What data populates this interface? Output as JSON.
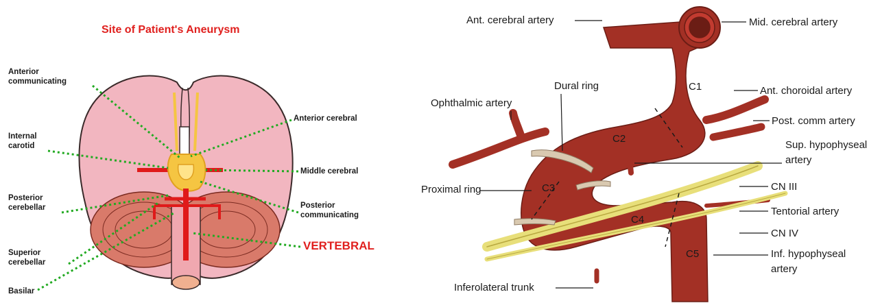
{
  "colors": {
    "brain_fill": "#f2b6c0",
    "brain_outline": "#3a2a2a",
    "cerebellum": "#d97a6a",
    "artery_red": "#e01a1a",
    "highlight": "#f5c542",
    "guide_green": "#22aa22",
    "title_red": "#e0201e",
    "artery_dark": "#a33025",
    "nerve_yellow": "#e8df7a"
  },
  "left": {
    "title": "Site of Patient's Aneurysm",
    "labels": {
      "anterior_communicating": [
        "Anterior",
        "communicating"
      ],
      "internal_carotid": [
        "Internal",
        "carotid"
      ],
      "posterior_cerebellar": [
        "Posterior",
        "cerebellar"
      ],
      "superior_cerebellar": [
        "Superior",
        "cerebellar"
      ],
      "basilar": "Basilar",
      "anterior_cerebral": "Anterior cerebral",
      "middle_cerebral": "Middle cerebral",
      "posterior_communicating": [
        "Posterior",
        "communicating"
      ],
      "vertebral": "VERTEBRAL"
    }
  },
  "right": {
    "labels": {
      "ant_cerebral": "Ant. cerebral artery",
      "mid_cerebral": "Mid. cerebral artery",
      "ophthalmic": "Ophthalmic artery",
      "dural_ring": "Dural ring",
      "ant_choroidal": "Ant. choroidal artery",
      "post_comm": "Post. comm artery",
      "sup_hypophyseal": [
        "Sup. hypophyseal",
        "artery"
      ],
      "proximal_ring": "Proximal ring",
      "cn3": "CN III",
      "tentorial": "Tentorial artery",
      "cn4": "CN IV",
      "inf_hypophyseal": [
        "Inf. hypophyseal",
        "artery"
      ],
      "inferolateral": "Inferolateral trunk"
    },
    "segments": [
      "C1",
      "C2",
      "C3",
      "C4",
      "C5"
    ]
  }
}
